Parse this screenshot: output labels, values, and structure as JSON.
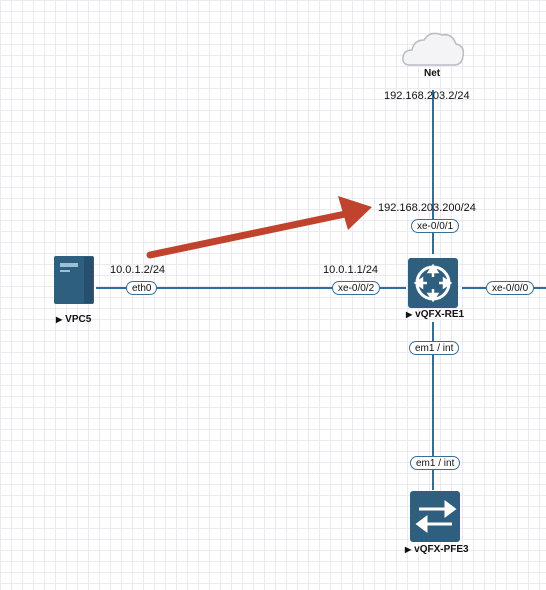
{
  "nodes": {
    "net": {
      "name": "Net",
      "ip": "192.168.203.2/24"
    },
    "vpcs": {
      "name": "VPC5",
      "ip": "10.0.1.2/24",
      "port": "eth0"
    },
    "re": {
      "name": "vQFX-RE1",
      "ip_top": "192.168.203.200/24",
      "ip_left": "10.0.1.1/24",
      "port_top": "xe-0/0/1",
      "port_left": "xe-0/0/2",
      "port_right": "xe-0/0/0",
      "port_bottom": "em1 / int"
    },
    "pfe": {
      "name": "vQFX-PFE3",
      "port_top": "em1 / int"
    }
  },
  "colors": {
    "link": "#2f6e98",
    "router": "#2f5f7e",
    "arrow": "#c0432e",
    "port_border": "#3a6f95"
  },
  "arrow_indicator": "red-arrow-pointing-to-ip"
}
